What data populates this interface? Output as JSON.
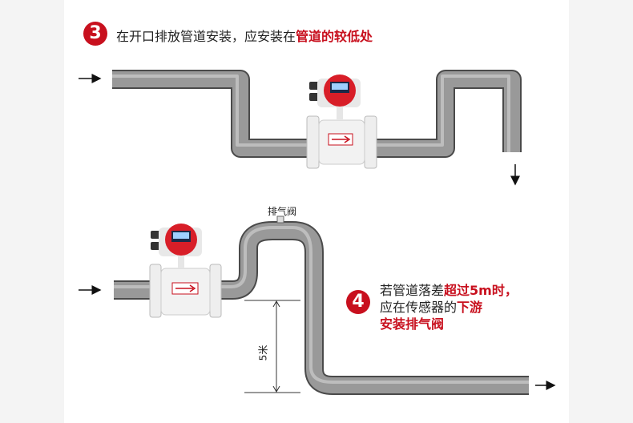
{
  "step3": {
    "number": "3",
    "text": "在开口排放管道安装，应安装在",
    "highlight": "管道的较低处"
  },
  "step4": {
    "number": "4",
    "line1": "若管道落差",
    "line1_highlight": "超过5m时，",
    "line2": "应在传感器的",
    "line2_highlight": "下游",
    "line3_highlight": "安装排气阀"
  },
  "labels": {
    "vent_valve": "排气阀",
    "height": "5米"
  },
  "colors": {
    "accent": "#c8101e",
    "pipe": "#8e8e8e"
  }
}
